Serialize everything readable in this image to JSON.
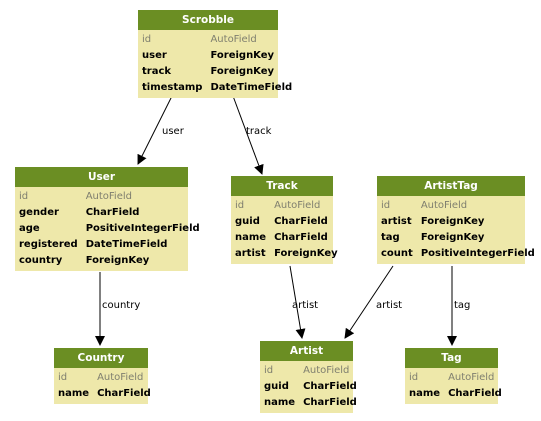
{
  "models": [
    {
      "key": "scrobble",
      "name": "Scrobble",
      "fields": [
        {
          "name": "id",
          "type": "AutoField",
          "pk": true
        },
        {
          "name": "user",
          "type": "ForeignKey"
        },
        {
          "name": "track",
          "type": "ForeignKey"
        },
        {
          "name": "timestamp",
          "type": "DateTimeField"
        }
      ]
    },
    {
      "key": "user",
      "name": "User",
      "fields": [
        {
          "name": "id",
          "type": "AutoField",
          "pk": true
        },
        {
          "name": "gender",
          "type": "CharField"
        },
        {
          "name": "age",
          "type": "PositiveIntegerField"
        },
        {
          "name": "registered",
          "type": "DateTimeField"
        },
        {
          "name": "country",
          "type": "ForeignKey"
        }
      ]
    },
    {
      "key": "track",
      "name": "Track",
      "fields": [
        {
          "name": "id",
          "type": "AutoField",
          "pk": true
        },
        {
          "name": "guid",
          "type": "CharField"
        },
        {
          "name": "name",
          "type": "CharField"
        },
        {
          "name": "artist",
          "type": "ForeignKey"
        }
      ]
    },
    {
      "key": "artisttag",
      "name": "ArtistTag",
      "fields": [
        {
          "name": "id",
          "type": "AutoField",
          "pk": true
        },
        {
          "name": "artist",
          "type": "ForeignKey"
        },
        {
          "name": "tag",
          "type": "ForeignKey"
        },
        {
          "name": "count",
          "type": "PositiveIntegerField"
        }
      ]
    },
    {
      "key": "country",
      "name": "Country",
      "fields": [
        {
          "name": "id",
          "type": "AutoField",
          "pk": true
        },
        {
          "name": "name",
          "type": "CharField"
        }
      ]
    },
    {
      "key": "artist",
      "name": "Artist",
      "fields": [
        {
          "name": "id",
          "type": "AutoField",
          "pk": true
        },
        {
          "name": "guid",
          "type": "CharField"
        },
        {
          "name": "name",
          "type": "CharField"
        }
      ]
    },
    {
      "key": "tag",
      "name": "Tag",
      "fields": [
        {
          "name": "id",
          "type": "AutoField",
          "pk": true
        },
        {
          "name": "name",
          "type": "CharField"
        }
      ]
    }
  ],
  "edges": [
    {
      "key": "scrobble-user",
      "label": "user"
    },
    {
      "key": "scrobble-track",
      "label": "track"
    },
    {
      "key": "user-country",
      "label": "country"
    },
    {
      "key": "track-artist",
      "label": "artist"
    },
    {
      "key": "artisttag-artist",
      "label": "artist"
    },
    {
      "key": "artisttag-tag",
      "label": "tag"
    }
  ],
  "colors": {
    "header": "#6b8e23",
    "body": "#eee8aa",
    "pk_text": "#7f7f6f",
    "edge": "#000000"
  }
}
